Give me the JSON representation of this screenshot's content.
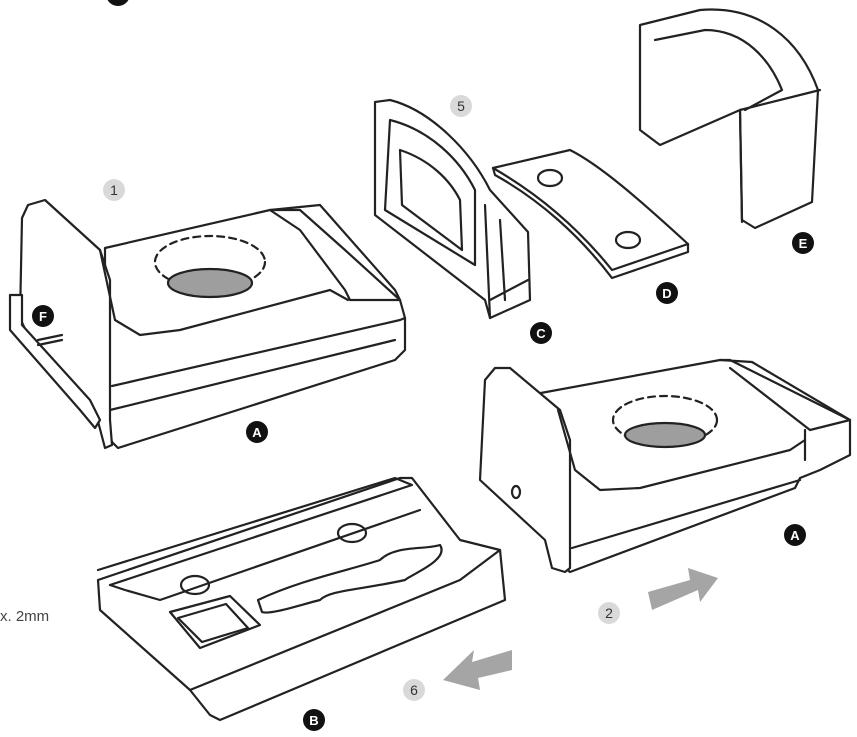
{
  "colors": {
    "outline": "#222222",
    "hole_fill": "#9e9e9e",
    "arrow_fill": "#a5a5a5",
    "step_badge": "#d9d9d9",
    "letter_badge": "#111111"
  },
  "part_labels": [
    "A",
    "A",
    "B",
    "C",
    "D",
    "E",
    "F"
  ],
  "step_labels": [
    "1",
    "2",
    "5",
    "6"
  ],
  "clipped_text": "x. 2mm"
}
